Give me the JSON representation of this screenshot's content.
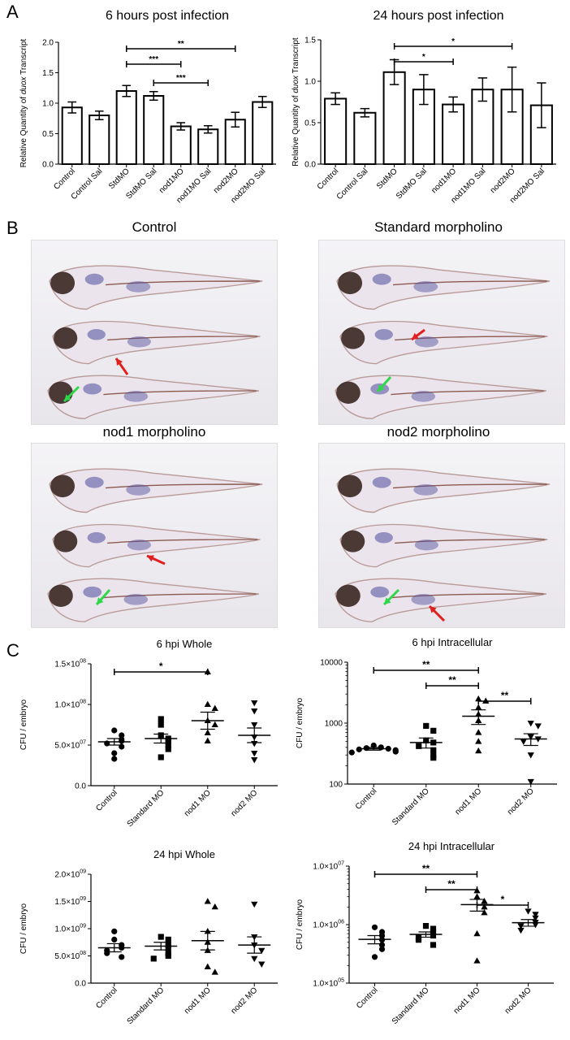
{
  "panels": {
    "a": "A",
    "b": "B",
    "c": "C"
  },
  "photos": [
    {
      "title": "Control"
    },
    {
      "title": "Standard morpholino"
    },
    {
      "title": "nod1 morpholino"
    },
    {
      "title": "nod2 morpholino"
    }
  ],
  "colors": {
    "bar_fill": "#ffffff",
    "stroke": "#000000",
    "red_arrow": "#e0201e",
    "green_arrow": "#2fd84a",
    "stain": "#4c4a9a",
    "eye": "#3a2622"
  },
  "chart_data": [
    {
      "id": "a1",
      "type": "bar",
      "title": "6 hours post infection",
      "ylabel": "Relative Quantity of duox Transcript",
      "categories": [
        "Control",
        "Control Sal",
        "StdMO",
        "StdMO Sal",
        "nod1MO",
        "nod1MO Sal",
        "nod2MO",
        "nod2MO Sal"
      ],
      "values": [
        0.93,
        0.8,
        1.2,
        1.12,
        0.62,
        0.57,
        0.73,
        1.02
      ],
      "errors": [
        0.09,
        0.07,
        0.09,
        0.07,
        0.06,
        0.06,
        0.12,
        0.09
      ],
      "ylim": [
        0,
        2.0
      ],
      "yticks": [
        "0.0",
        "0.5",
        "1.0",
        "1.5",
        "2.0"
      ],
      "ytick_values": [
        0,
        0.5,
        1,
        1.5,
        2
      ],
      "sig": [
        {
          "from": 2,
          "to": 6,
          "label": "**"
        },
        {
          "from": 2,
          "to": 4,
          "label": "***"
        },
        {
          "from": 3,
          "to": 5,
          "label": "***"
        }
      ]
    },
    {
      "id": "a2",
      "type": "bar",
      "title": "24 hours post infection",
      "ylabel": "Relative Quantity of duox Transcript",
      "categories": [
        "Control",
        "Control Sal",
        "StdMO",
        "StdMO Sal",
        "nod1MO",
        "nod1MO Sal",
        "nod2MO",
        "nod2MO Sal"
      ],
      "values": [
        0.79,
        0.62,
        1.11,
        0.9,
        0.72,
        0.9,
        0.9,
        0.71
      ],
      "errors": [
        0.07,
        0.05,
        0.15,
        0.18,
        0.09,
        0.14,
        0.27,
        0.27
      ],
      "ylim": [
        0,
        1.5
      ],
      "yticks": [
        "0.0",
        "0.5",
        "1.0",
        "1.5"
      ],
      "ytick_values": [
        0,
        0.5,
        1,
        1.5
      ],
      "sig": [
        {
          "from": 2,
          "to": 6,
          "label": "*"
        },
        {
          "from": 2,
          "to": 4,
          "label": "*"
        }
      ]
    },
    {
      "id": "c1",
      "type": "scatter",
      "title": "6 hpi Whole",
      "ylabel": "CFU / embryo",
      "scale": "linear",
      "categories": [
        "Control",
        "Standard MO",
        "nod1 MO",
        "nod2 MO"
      ],
      "ylim": [
        0,
        150000000
      ],
      "yticks": [
        "0.0",
        "5.0×10⁰⁷",
        "1.0×10⁰⁸",
        "1.5×10⁰⁸"
      ],
      "ytick_values": [
        0,
        50000000,
        100000000,
        150000000
      ],
      "series": [
        {
          "marker": "circle",
          "values": [
            68000000,
            62000000,
            57000000,
            55000000,
            52000000,
            48000000,
            40000000,
            33000000
          ]
        },
        {
          "marker": "square",
          "values": [
            82000000,
            75000000,
            62000000,
            58000000,
            55000000,
            50000000,
            45000000,
            35000000
          ]
        },
        {
          "marker": "triangle-up",
          "values": [
            140000000,
            100000000,
            95000000,
            80000000,
            75000000,
            65000000,
            55000000
          ]
        },
        {
          "marker": "triangle-down",
          "values": [
            102000000,
            92000000,
            75000000,
            60000000,
            52000000,
            40000000,
            32000000
          ]
        }
      ],
      "means": [
        54000000,
        58000000,
        80000000,
        62000000
      ],
      "sems": [
        4000000,
        5500000,
        10500000,
        9000000
      ],
      "sig": [
        {
          "from": 0,
          "to": 2,
          "label": "*"
        }
      ]
    },
    {
      "id": "c2",
      "type": "scatter",
      "title": "6 hpi Intracellular",
      "ylabel": "CFU / embryo",
      "scale": "log",
      "categories": [
        "Control",
        "Standard MO",
        "nod1 MO",
        "nod2 MO"
      ],
      "ylim": [
        100,
        10000
      ],
      "yticks": [
        "100",
        "1000",
        "10000"
      ],
      "ytick_values": [
        100,
        1000,
        10000
      ],
      "series": [
        {
          "marker": "circle",
          "values": [
            430,
            400,
            390,
            380,
            370,
            360,
            340,
            330
          ]
        },
        {
          "marker": "square",
          "values": [
            900,
            750,
            520,
            480,
            420,
            360,
            300,
            270
          ]
        },
        {
          "marker": "triangle-up",
          "values": [
            2500,
            2300,
            1800,
            1400,
            1100,
            700,
            500,
            350
          ]
        },
        {
          "marker": "triangle-down",
          "values": [
            1000,
            900,
            600,
            550,
            500,
            300,
            110
          ]
        }
      ],
      "means": [
        380,
        480,
        1300,
        550
      ],
      "sems": [
        20,
        90,
        350,
        120
      ],
      "sig": [
        {
          "from": 0,
          "to": 2,
          "label": "**"
        },
        {
          "from": 1,
          "to": 2,
          "label": "**"
        },
        {
          "from": 2,
          "to": 3,
          "label": "**"
        }
      ]
    },
    {
      "id": "c3",
      "type": "scatter",
      "title": "24 hpi Whole",
      "ylabel": "CFU / embryo",
      "scale": "linear",
      "categories": [
        "Control",
        "Standard MO",
        "nod1 MO",
        "nod2 MO"
      ],
      "ylim": [
        0,
        2000000000
      ],
      "yticks": [
        "0.0",
        "5.0×10⁰⁸",
        "1.0×10⁰⁹",
        "1.5×10⁰⁹",
        "2.0×10⁰⁹"
      ],
      "ytick_values": [
        0,
        500000000,
        1000000000,
        1500000000,
        2000000000
      ],
      "series": [
        {
          "marker": "circle",
          "values": [
            950000000,
            800000000,
            700000000,
            650000000,
            600000000,
            550000000,
            480000000
          ]
        },
        {
          "marker": "square",
          "values": [
            850000000,
            800000000,
            700000000,
            650000000,
            550000000,
            500000000,
            450000000
          ]
        },
        {
          "marker": "triangle-up",
          "values": [
            1500000000,
            1400000000,
            950000000,
            750000000,
            600000000,
            300000000,
            200000000
          ]
        },
        {
          "marker": "triangle-down",
          "values": [
            1450000000,
            850000000,
            700000000,
            600000000,
            450000000,
            350000000
          ]
        }
      ],
      "means": [
        650000000,
        680000000,
        780000000,
        700000000
      ],
      "sems": [
        75000000,
        70000000,
        170000000,
        150000000
      ],
      "sig": []
    },
    {
      "id": "c4",
      "type": "scatter",
      "title": "24 hpi Intracellular",
      "ylabel": "CFU / embryo",
      "scale": "log",
      "categories": [
        "Control",
        "Standard MO",
        "nod1 MO",
        "nod2 MO"
      ],
      "ylim": [
        100000,
        10000000
      ],
      "yticks": [
        "1.0×10⁰⁵",
        "1.0×10⁰⁶",
        "1.0×10⁰⁷"
      ],
      "ytick_values": [
        100000,
        1000000,
        10000000
      ],
      "series": [
        {
          "marker": "circle",
          "values": [
            900000,
            750000,
            650000,
            550000,
            450000,
            380000,
            280000
          ]
        },
        {
          "marker": "square",
          "values": [
            950000,
            850000,
            750000,
            650000,
            600000,
            550000,
            450000
          ]
        },
        {
          "marker": "triangle-up",
          "values": [
            3800000,
            3000000,
            2500000,
            2000000,
            1600000,
            700000,
            240000
          ]
        },
        {
          "marker": "triangle-down",
          "values": [
            1700000,
            1500000,
            1300000,
            1100000,
            1000000,
            950000,
            800000
          ]
        }
      ],
      "means": [
        560000,
        680000,
        2200000,
        1080000
      ],
      "sems": [
        90000,
        70000,
        500000,
        140000
      ],
      "sig": [
        {
          "from": 0,
          "to": 2,
          "label": "**"
        },
        {
          "from": 1,
          "to": 2,
          "label": "**"
        },
        {
          "from": 2,
          "to": 3,
          "label": "*"
        }
      ]
    }
  ]
}
